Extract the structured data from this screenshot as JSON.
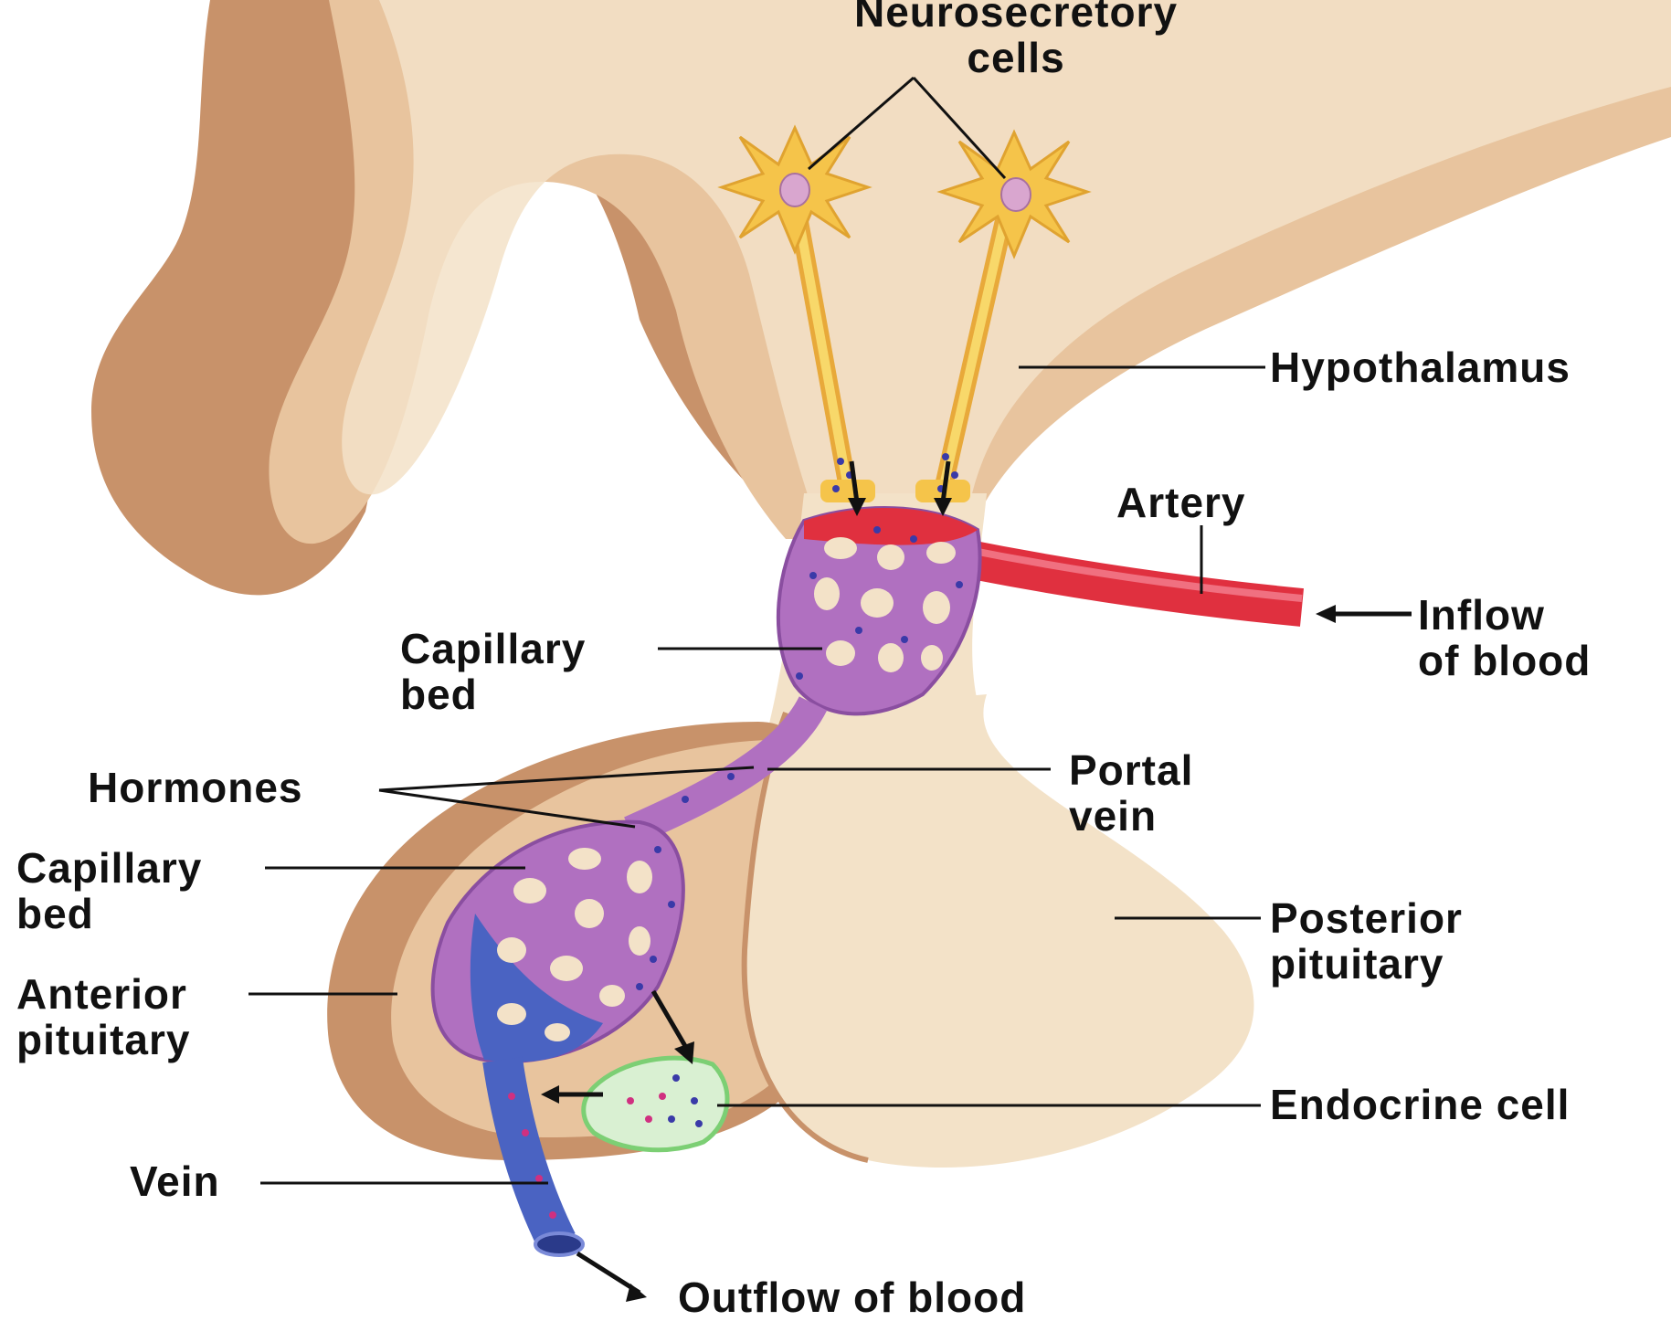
{
  "colors": {
    "background": "#ffffff",
    "tissue_dark": "#c8926a",
    "tissue_mid": "#e8c49e",
    "tissue_light": "#f3e2c8",
    "neuron": "#f5c44a",
    "neuron_nucleus": "#d9a6cf",
    "artery": "#e0303f",
    "portal": "#b070c0",
    "vein": "#4a63c2",
    "endocrine": "#bfe8b8",
    "hormone_dot": "#3a3aa8",
    "leader": "#111111"
  },
  "labels": {
    "neurosecretory": [
      "Neurosecretory",
      "cells"
    ],
    "hypothalamus": [
      "Hypothalamus"
    ],
    "artery": [
      "Artery"
    ],
    "inflow": [
      "Inflow",
      "of blood"
    ],
    "capillary_bed_upper": [
      "Capillary",
      "bed"
    ],
    "hormones": [
      "Hormones"
    ],
    "portal_vein": [
      "Portal",
      "vein"
    ],
    "capillary_bed_lower": [
      "Capillary",
      "bed"
    ],
    "posterior_pituitary": [
      "Posterior",
      "pituitary"
    ],
    "anterior_pituitary": [
      "Anterior",
      "pituitary"
    ],
    "endocrine_cell": [
      "Endocrine cell"
    ],
    "vein": [
      "Vein"
    ],
    "outflow": [
      "Outflow of blood"
    ]
  }
}
